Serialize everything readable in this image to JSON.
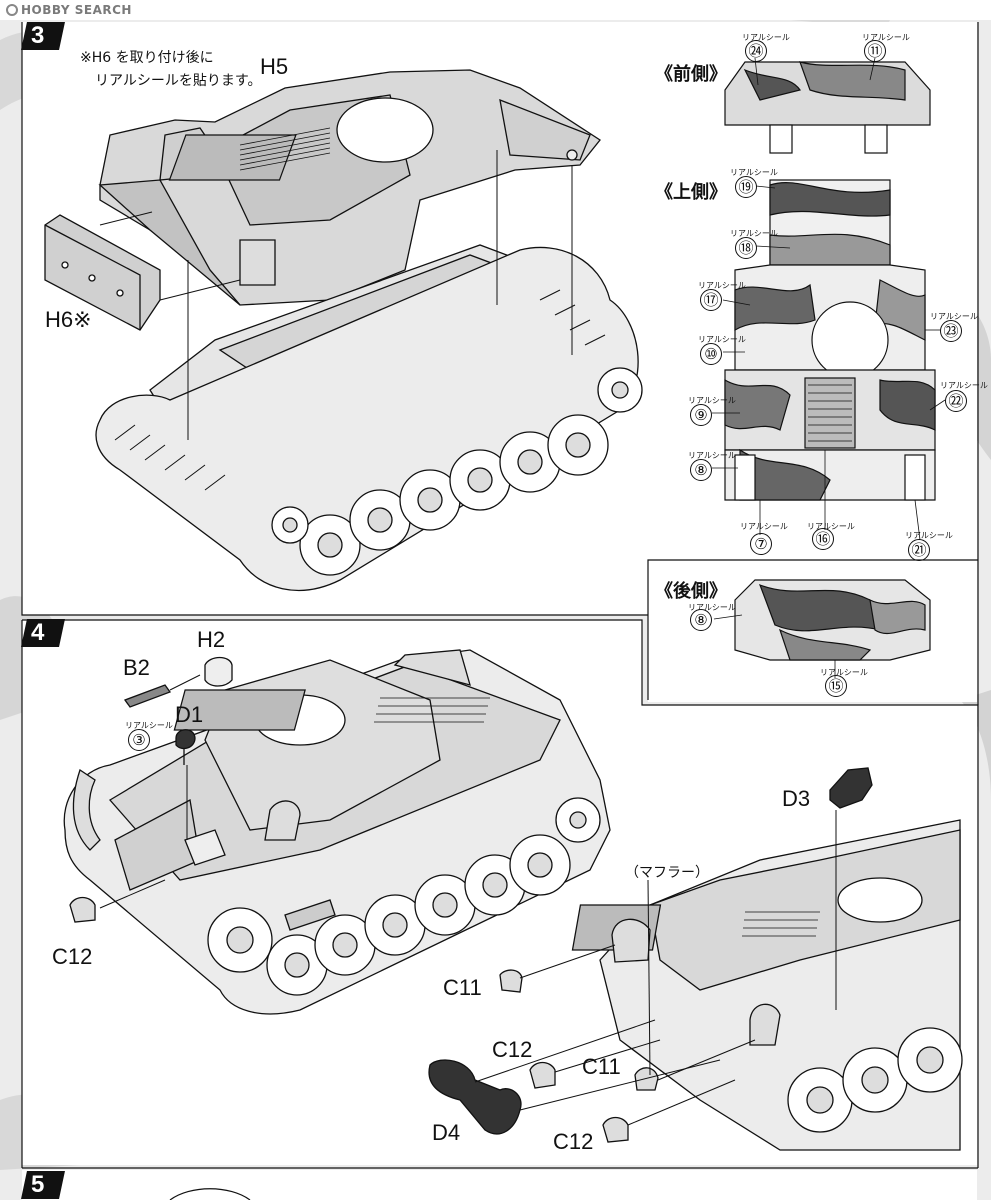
{
  "watermark": "HOBBY SEARCH",
  "steps": [
    {
      "number": "3"
    },
    {
      "number": "4"
    },
    {
      "number": "5"
    }
  ],
  "step3": {
    "note_line1": "※H6 を取り付け後に",
    "note_line2": "リアルシールを貼ります。",
    "label_h5": "H5",
    "label_h6": "H6※"
  },
  "views": {
    "front": "《前側》",
    "top": "《上側》",
    "rear": "《後側》"
  },
  "decal_caption": "リアルシール",
  "decals": {
    "front": [
      "㉔",
      "⑪"
    ],
    "top": [
      "⑲",
      "⑱",
      "⑰",
      "⑩",
      "⑨",
      "⑧",
      "⑦",
      "⑯",
      "㉑",
      "㉓",
      "㉒"
    ],
    "rear": [
      "⑧",
      "⑮"
    ]
  },
  "step4": {
    "label_b2": "B2",
    "label_h2": "H2",
    "label_d1": "D1",
    "decal_d1": "③",
    "label_c12_a": "C12",
    "label_d3": "D3",
    "muffler": "（マフラー）",
    "label_c11_a": "C11",
    "label_c12_b": "C12",
    "label_c11_b": "C11",
    "label_d4": "D4",
    "label_c12_c": "C12"
  }
}
